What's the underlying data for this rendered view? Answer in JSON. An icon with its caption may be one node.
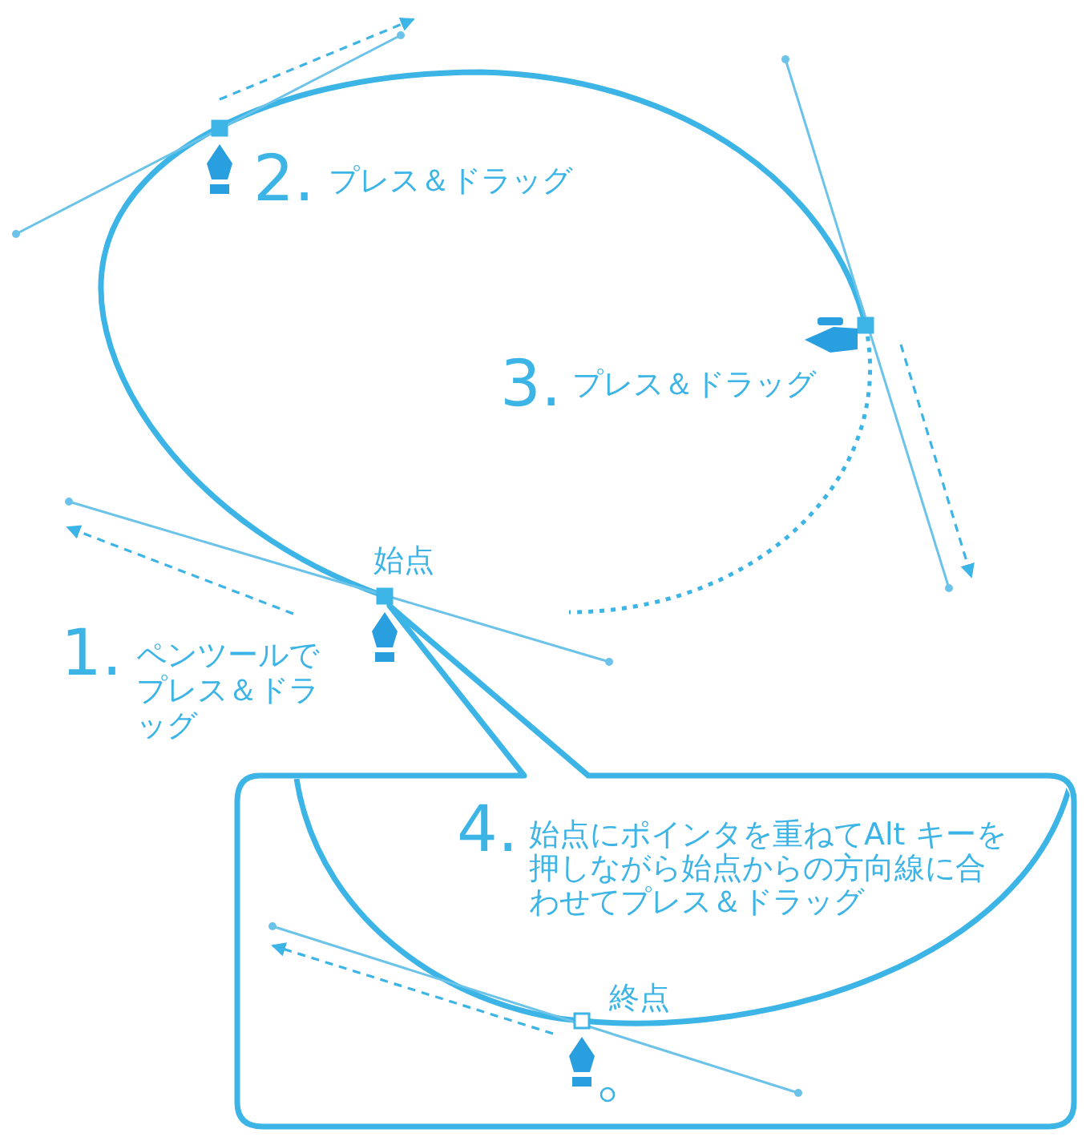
{
  "diagram": {
    "nodes": [
      {
        "text": [
          "4.",
          "始点にポインタを重ねてAlt キーを押しながら始点からの方向線に合わせてプレス＆ドラッグ"
        ]
      }
    ],
    "labels": [
      "2.",
      "プレス＆ドラッグ",
      "3.",
      "プレス＆ドラッグ",
      "始点",
      "1.",
      "ペンツールでプレス＆ドラッグ",
      "終点"
    ]
  }
}
